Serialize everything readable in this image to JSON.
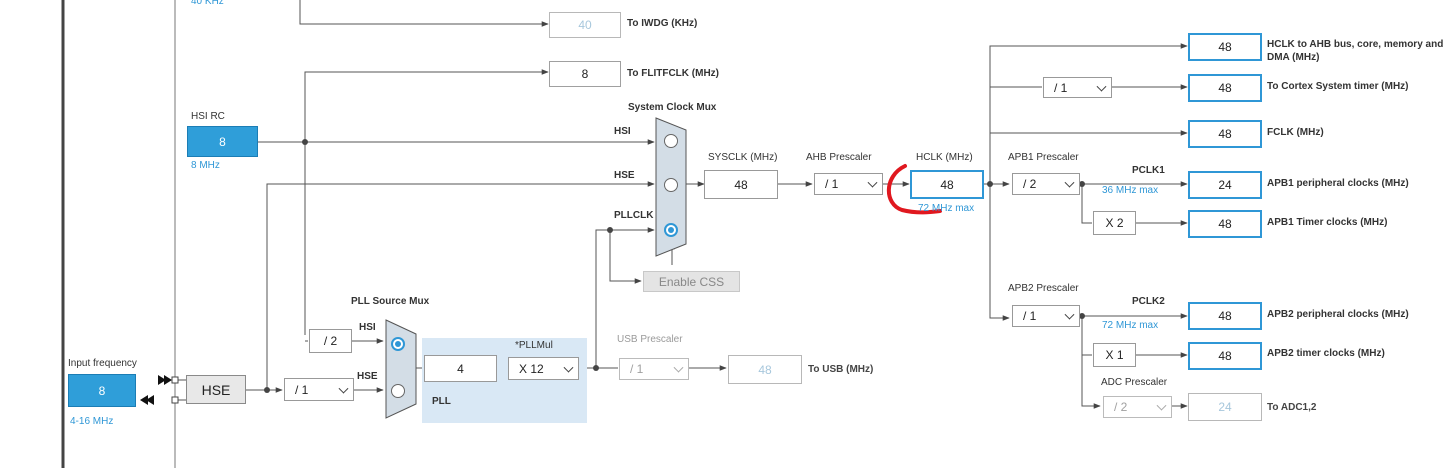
{
  "lsi": {
    "freq_label": "40 KHz",
    "iwdg_value": "40",
    "iwdg_label": "To IWDG (KHz)"
  },
  "flit": {
    "value": "8",
    "label": "To FLITFCLK (MHz)"
  },
  "hsi": {
    "title": "HSI RC",
    "value": "8",
    "freq_label": "8 MHz"
  },
  "input": {
    "title": "Input frequency",
    "value": "8",
    "range_label": "4-16 MHz"
  },
  "hse": {
    "label": "HSE",
    "div_label": "/ 1"
  },
  "pll_source": {
    "title": "PLL Source Mux",
    "hsi_div": "/ 2",
    "hsi_label": "HSI",
    "hse_label": "HSE"
  },
  "pll": {
    "label": "PLL",
    "value": "4",
    "mul_title": "*PLLMul",
    "mul_value": "X 12"
  },
  "sysmux": {
    "title": "System Clock Mux",
    "hsi": "HSI",
    "hse": "HSE",
    "pllclk": "PLLCLK",
    "css_button": "Enable CSS"
  },
  "sysclk": {
    "title": "SYSCLK (MHz)",
    "value": "48"
  },
  "ahb": {
    "title": "AHB Prescaler",
    "value": "/ 1"
  },
  "hclk": {
    "title": "HCLK (MHz)",
    "value": "48",
    "max_label": "72 MHz max"
  },
  "usb": {
    "title": "USB Prescaler",
    "value": "/ 1",
    "out_value": "48",
    "out_label": "To USB (MHz)"
  },
  "outputs": {
    "hclk_ahb": {
      "value": "48",
      "label": "HCLK to AHB bus, core, memory and DMA (MHz)"
    },
    "cortex": {
      "div": "/ 1",
      "value": "48",
      "label": "To Cortex System timer (MHz)"
    },
    "fclk": {
      "value": "48",
      "label": "FCLK (MHz)"
    }
  },
  "apb1": {
    "title": "APB1 Prescaler",
    "value": "/ 2",
    "pclk_label": "PCLK1",
    "max_label": "36 MHz max",
    "periph_value": "24",
    "periph_label": "APB1 peripheral clocks (MHz)",
    "timer_mul": "X 2",
    "timer_value": "48",
    "timer_label": "APB1 Timer clocks (MHz)"
  },
  "apb2": {
    "title": "APB2 Prescaler",
    "value": "/ 1",
    "pclk_label": "PCLK2",
    "max_label": "72 MHz max",
    "periph_value": "48",
    "periph_label": "APB2 peripheral clocks (MHz)",
    "timer_mul": "X 1",
    "timer_value": "48",
    "timer_label": "APB2 timer clocks (MHz)"
  },
  "adc": {
    "title": "ADC Prescaler",
    "value": "/ 2",
    "out_value": "24",
    "out_label": "To ADC1,2"
  },
  "colors": {
    "accent": "#2f97d6",
    "annotation": "#e0181f",
    "pll_panel": "#d9e8f5"
  }
}
